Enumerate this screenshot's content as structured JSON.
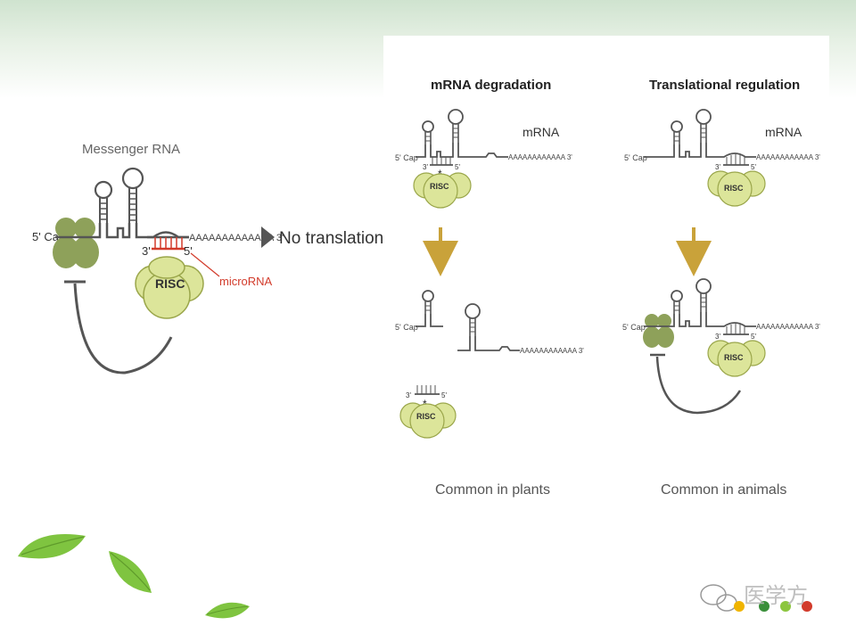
{
  "left_diagram": {
    "messenger_label": "Messenger RNA",
    "cap_label": "5' Cap",
    "three_prime": "3'",
    "five_prime": "5'",
    "polya": "AAAAAAAAAAAAA 3'",
    "no_translation": "No translation",
    "risc": "RISC",
    "microrna": "microRNA"
  },
  "right_panel": {
    "degradation": {
      "title": "mRNA degradation",
      "mrna_label": "mRNA",
      "cap_label": "5' Cap",
      "three_prime": "3'",
      "five_prime": "5'",
      "star": "*",
      "polya": "AAAAAAAAAAAA 3'",
      "risc": "RISC",
      "caption": "Common in plants"
    },
    "translational": {
      "title": "Translational regulation",
      "mrna_label": "mRNA",
      "cap_label": "5' Cap",
      "three_prime": "3'",
      "five_prime": "5'",
      "polya": "AAAAAAAAAAAA 3'",
      "risc": "RISC",
      "caption": "Common in animals"
    }
  },
  "watermark": {
    "text": "医学方"
  },
  "colors": {
    "rna_line": "#555555",
    "ribosome": "#8ea15a",
    "risc": "#dce59a",
    "risc_stroke": "#9aa64a",
    "microrna": "#d23b2b",
    "arrow": "#c9a23a",
    "leaf": "#7fc440"
  }
}
